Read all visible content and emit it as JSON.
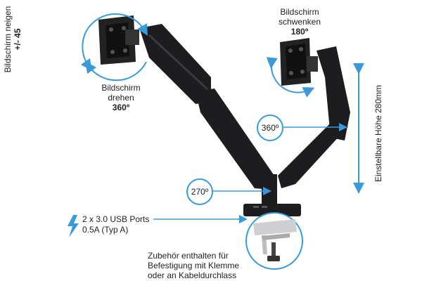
{
  "labels": {
    "tilt_line1": "Bildschirm neigen",
    "tilt_line2": "+/- 45",
    "rotate_line1": "Bildschirm",
    "rotate_line2": "drehen",
    "rotate_line3": "360º",
    "swivel_line1": "Bildschirm",
    "swivel_line2": "schwenken",
    "swivel_line3": "180º",
    "height_adjust": "Einstellbare Höhe 280mm",
    "arm_rotation": "360º",
    "base_rotation": "270º",
    "usb_line1": "2 x 3.0 USB Ports",
    "usb_line2": "0.5A (Typ A)",
    "accessories_line1": "Zubehör enthalten für",
    "accessories_line2": "Befestigung mit Klemme",
    "accessories_line3": "oder an Kabeldurchlass"
  },
  "colors": {
    "accent": "#3a9ad9",
    "arm": "#1d1d1f",
    "text": "#222222"
  },
  "icons": {
    "usb": "lightning-bolt-icon"
  }
}
